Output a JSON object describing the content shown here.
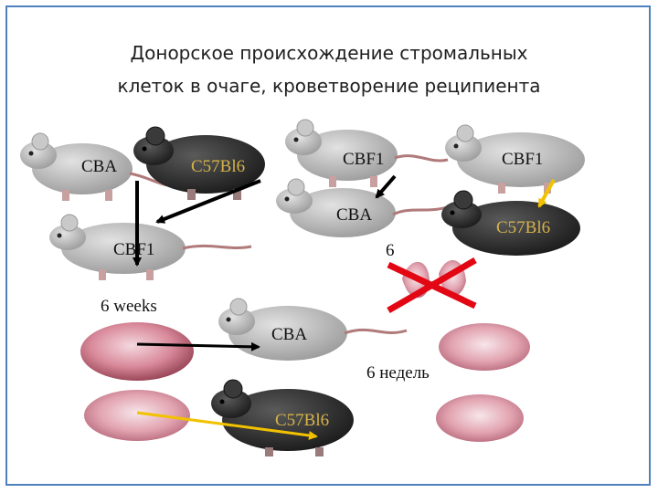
{
  "title": {
    "line1": "Донорское происхождение стромальных",
    "line2": "клеток в очаге, кроветворение реципиента"
  },
  "labels": {
    "cba_1": "CBA",
    "c57_1": "C57Bl6",
    "cbf1_donor": "CBF1",
    "cbf1_left": "CBF1",
    "cbf1_right": "CBF1",
    "cba_2": "CBA",
    "c57_2": "C57Bl6",
    "six_partial": "6",
    "weeks_en": "6 weeks",
    "cba_3": "CBA",
    "weeks_ru": "6 недель",
    "c57_3": "C57Bl6"
  },
  "colors": {
    "border": "#4f81bd",
    "arrow_black": "#000000",
    "arrow_yellow": "#f2c200",
    "cross": "#e30613",
    "mouse_grey": "#b9b9b9",
    "mouse_black": "#2b2b2b",
    "tissue_pink": "#d9889a"
  }
}
